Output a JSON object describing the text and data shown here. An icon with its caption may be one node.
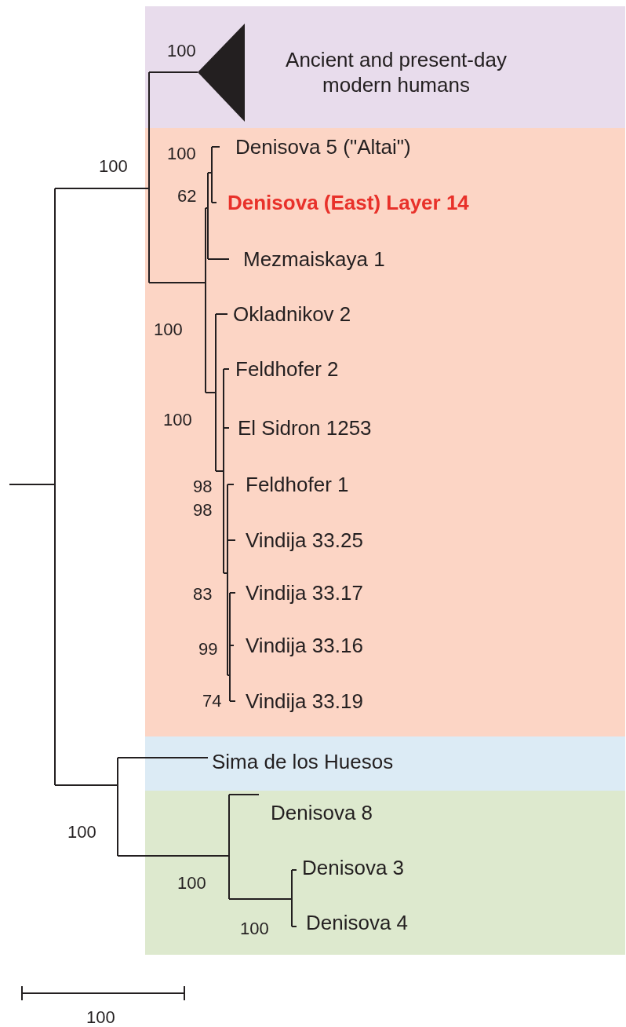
{
  "diagram": {
    "nodes": [
      {
        "text": [],
        "shape": "box"
      },
      {
        "text": [
          "Ancient and present-day modern humans"
        ],
        "in": 0
      },
      {
        "text": [],
        "shape": "box"
      },
      {
        "text": [
          "Denisova 5 (\"Altai\")"
        ],
        "in": 2
      },
      {
        "text": [
          "Denisova (East) Layer 14"
        ],
        "in": 2
      },
      {
        "text": [
          "Mezmaiskaya 1"
        ],
        "in": 2
      },
      {
        "text": [
          "Okladnikov 2"
        ],
        "in": 2
      },
      {
        "text": [
          "Feldhofer 2"
        ],
        "in": 2
      },
      {
        "text": [
          "El Sidron 1253"
        ],
        "in": 2
      },
      {
        "text": [
          "Feldhofer 1"
        ],
        "in": 2
      },
      {
        "text": [
          "Vindija 33.25"
        ],
        "in": 2
      },
      {
        "text": [
          "Vindija 33.17"
        ],
        "in": 2
      },
      {
        "text": [
          "Vindija 33.16"
        ],
        "in": 2
      },
      {
        "text": [
          "Vindija 33.19"
        ],
        "in": 2
      },
      {
        "text": [],
        "shape": "box"
      },
      {
        "text": [
          "Sima de los Huesos"
        ],
        "in": 14
      },
      {
        "text": [],
        "shape": "box"
      },
      {
        "text": [
          "Denisova 8"
        ],
        "in": 16
      },
      {
        "text": [
          "Denisova 3"
        ],
        "in": 16
      },
      {
        "text": [
          "Denisova 4"
        ],
        "in": 16
      }
    ],
    "edges": [],
    "labels": [
      "100",
      "100",
      "100",
      "62",
      "100",
      "100",
      "98",
      "98",
      "83",
      "99",
      "74",
      "100",
      "100",
      "100",
      "100"
    ]
  }
}
